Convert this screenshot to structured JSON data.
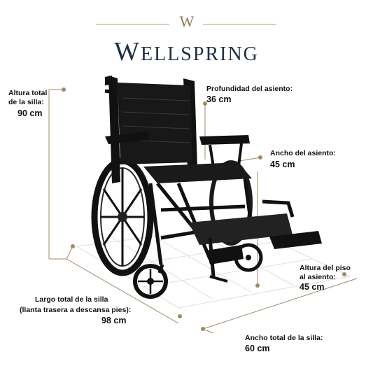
{
  "brand": {
    "letter": "W",
    "name_first": "W",
    "name_rest": "ELLSPRING",
    "color": "#1f2f49",
    "accent": "#b49a6d"
  },
  "dimensions": {
    "altura_total": {
      "label_line1": "Altura total",
      "label_line2": "de la silla:",
      "value": "90 cm"
    },
    "profundidad": {
      "label": "Profundidad del asiento:",
      "value": "36 cm"
    },
    "ancho_asiento": {
      "label": "Ancho del asiento:",
      "value": "45 cm"
    },
    "altura_piso": {
      "label_line1": "Altura del piso",
      "label_line2": "al asiento:",
      "value": "45 cm"
    },
    "largo_total": {
      "label_line1": "Largo total de la silla",
      "label_line2": "(llanta trasera a descansa pies):",
      "value": "98 cm"
    },
    "ancho_total": {
      "label": "Ancho total de la silla:",
      "value": "60 cm"
    }
  },
  "product": {
    "icon": "wheelchair-icon"
  }
}
